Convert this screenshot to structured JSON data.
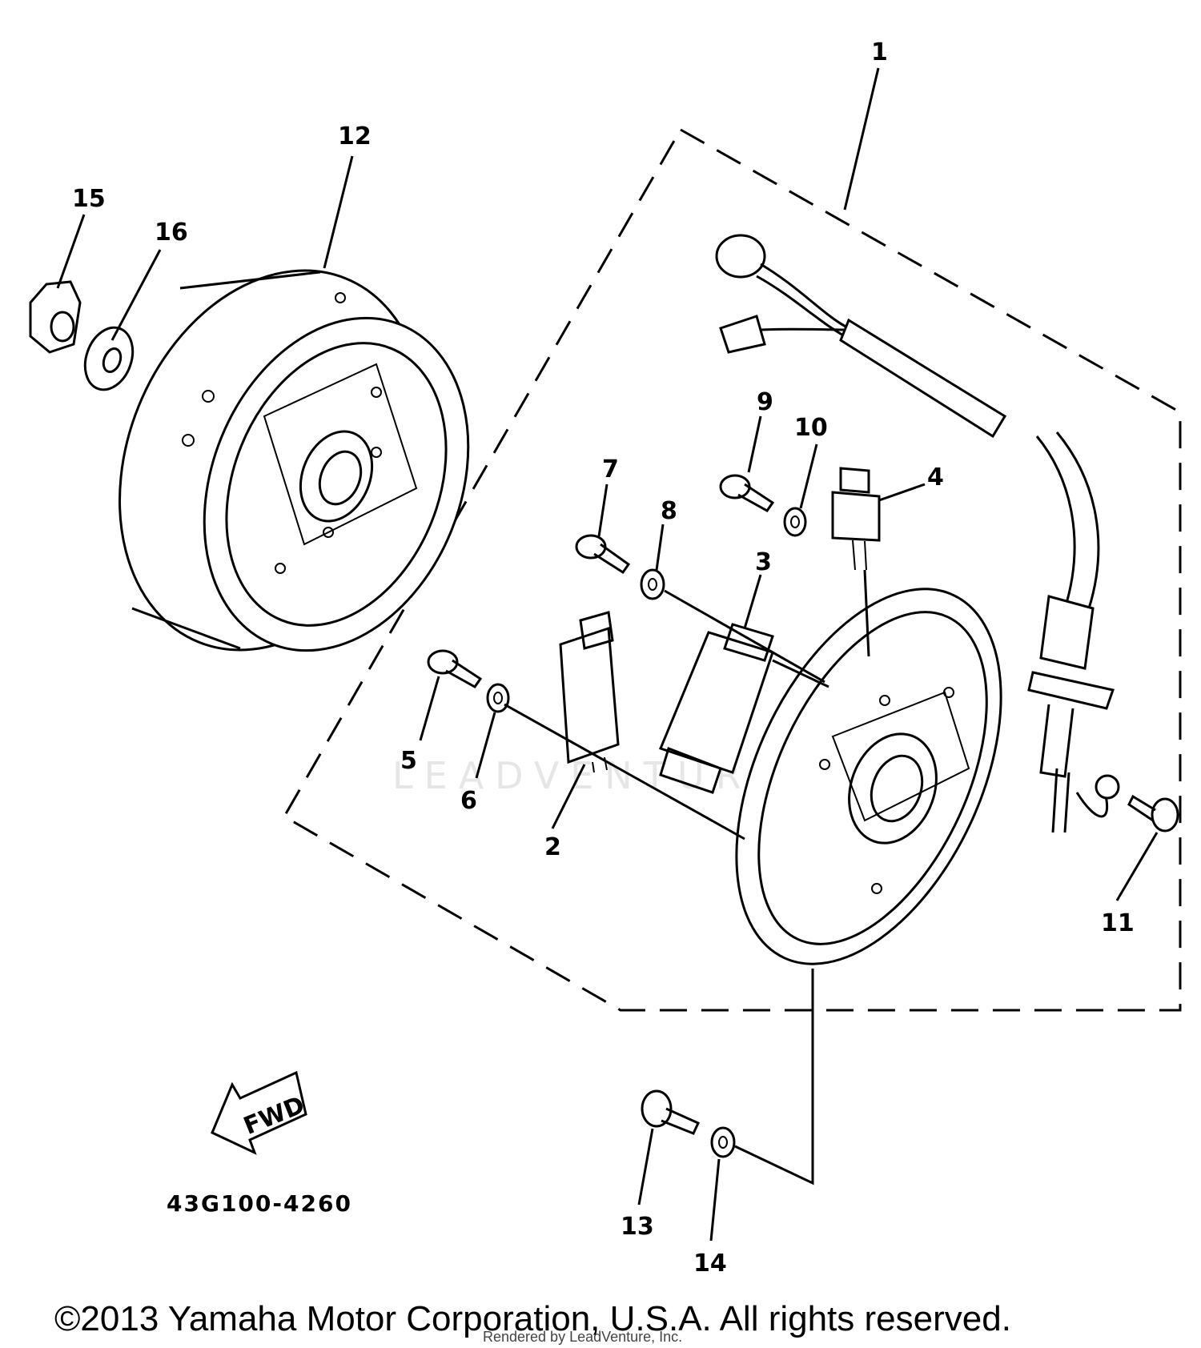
{
  "diagram": {
    "callouts": [
      "1",
      "2",
      "3",
      "4",
      "5",
      "6",
      "7",
      "8",
      "9",
      "10",
      "11",
      "12",
      "13",
      "14",
      "15",
      "16"
    ],
    "fwd_label": "FWD",
    "part_code": "43G100-4260",
    "copyright": "©2013 Yamaha Motor Corporation, U.S.A. All rights reserved.",
    "rendered_by": "Rendered by LeadVenture, Inc.",
    "watermark": "LEADVENTURE"
  }
}
